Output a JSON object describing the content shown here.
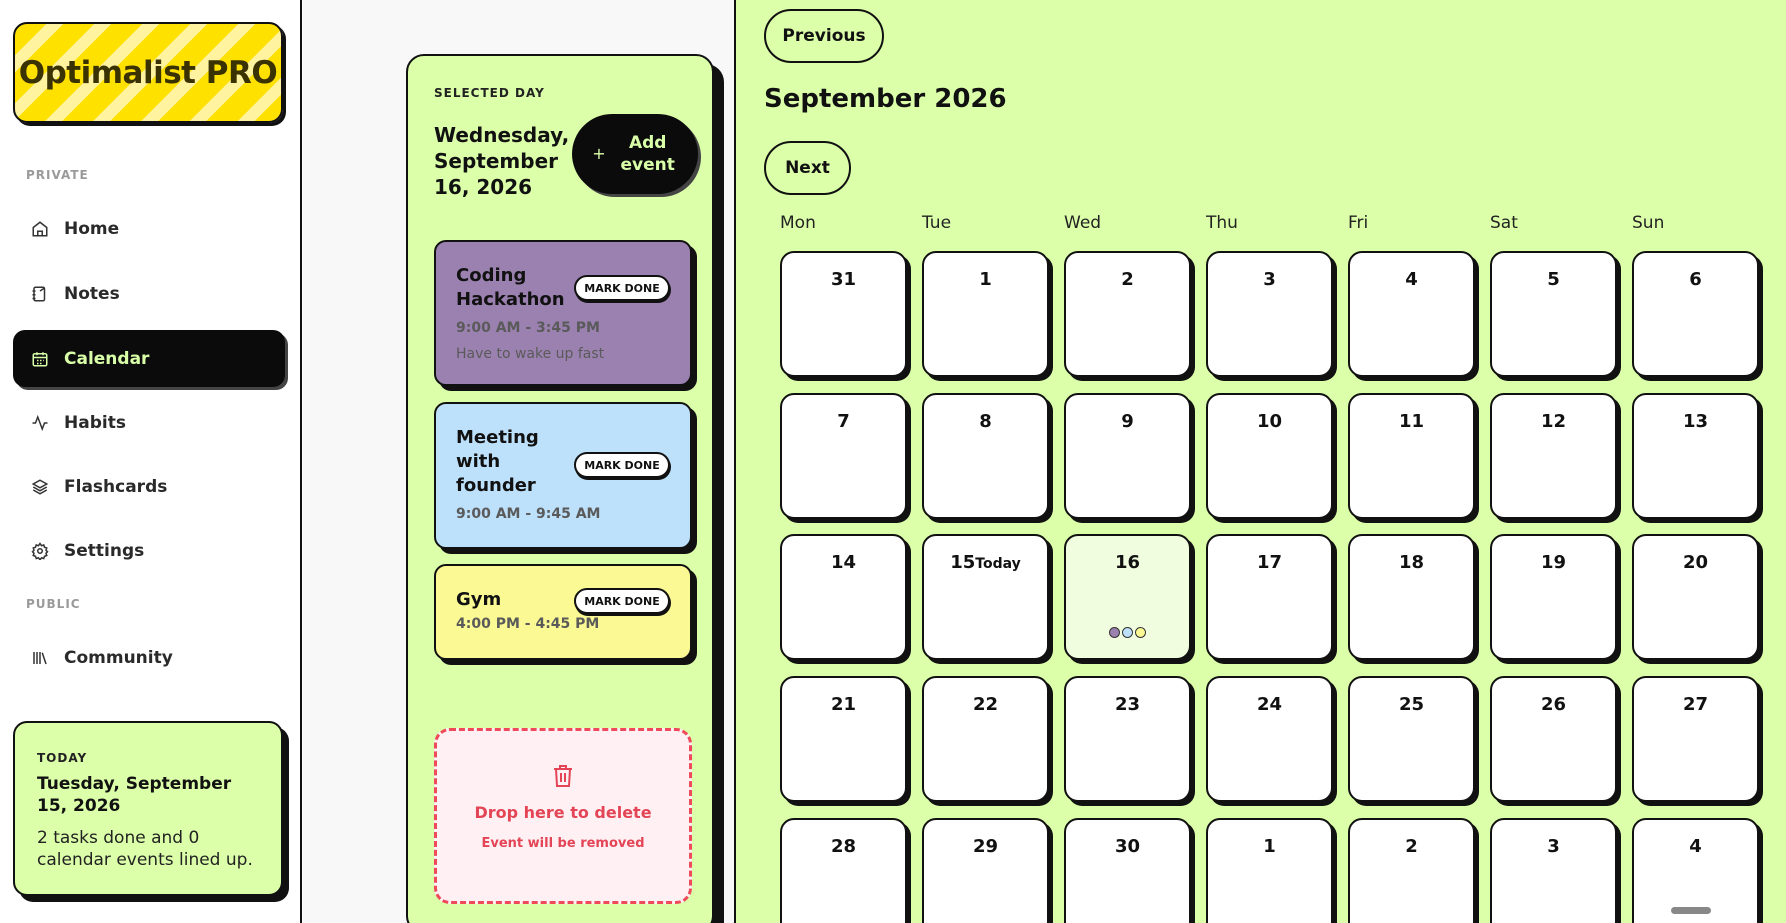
{
  "app": {
    "logo_text": "Optimalist PRO"
  },
  "sidebar": {
    "private_label": "PRIVATE",
    "public_label": "PUBLIC",
    "items": [
      {
        "label": "Home",
        "icon": "home-icon"
      },
      {
        "label": "Notes",
        "icon": "notes-icon"
      },
      {
        "label": "Calendar",
        "icon": "calendar-icon",
        "active": true
      },
      {
        "label": "Habits",
        "icon": "activity-icon"
      },
      {
        "label": "Flashcards",
        "icon": "layers-icon"
      },
      {
        "label": "Settings",
        "icon": "gear-icon"
      },
      {
        "label": "Community",
        "icon": "library-icon"
      }
    ],
    "today_card": {
      "label": "TODAY",
      "date": "Tuesday, September 15, 2026",
      "summary": "2 tasks done and 0 calendar events lined up."
    }
  },
  "selected_day": {
    "label": "SELECTED DAY",
    "date": "Wednesday, September 16, 2026",
    "add_event": {
      "plus": "+",
      "label": "Add event"
    },
    "mark_done_label": "MARK DONE",
    "events": [
      {
        "title": "Coding Hackathon",
        "time": "9:00 AM - 3:45 PM",
        "description": "Have to wake up fast",
        "color": "#9b81b0"
      },
      {
        "title": "Meeting with founder",
        "time": "9:00 AM - 9:45 AM",
        "description": "",
        "color": "#bde0fb"
      },
      {
        "title": "Gym",
        "time": "4:00 PM - 4:45 PM",
        "description": "",
        "color": "#fbf993"
      }
    ],
    "drop_zone": {
      "title": "Drop here to delete",
      "subtitle": "Event will be removed",
      "icon": "trash-icon"
    }
  },
  "calendar": {
    "previous_label": "Previous",
    "next_label": "Next",
    "month_title": "September 2026",
    "weekdays": [
      "Mon",
      "Tue",
      "Wed",
      "Thu",
      "Fri",
      "Sat",
      "Sun"
    ],
    "today_label": "Today",
    "days": [
      "31",
      "1",
      "2",
      "3",
      "4",
      "5",
      "6",
      "7",
      "8",
      "9",
      "10",
      "11",
      "12",
      "13",
      "14",
      "15",
      "16",
      "17",
      "18",
      "19",
      "20",
      "21",
      "22",
      "23",
      "24",
      "25",
      "26",
      "27",
      "28",
      "29",
      "30",
      "1",
      "2",
      "3",
      "4"
    ],
    "today_index": 15,
    "selected_index": 16,
    "selected_event_dot_colors": [
      "#9b81b0",
      "#bde0fb",
      "#fbf993"
    ]
  },
  "colors": {
    "accent": "#dcffa9",
    "dark": "#0b0b0b",
    "danger": "#e34556"
  }
}
